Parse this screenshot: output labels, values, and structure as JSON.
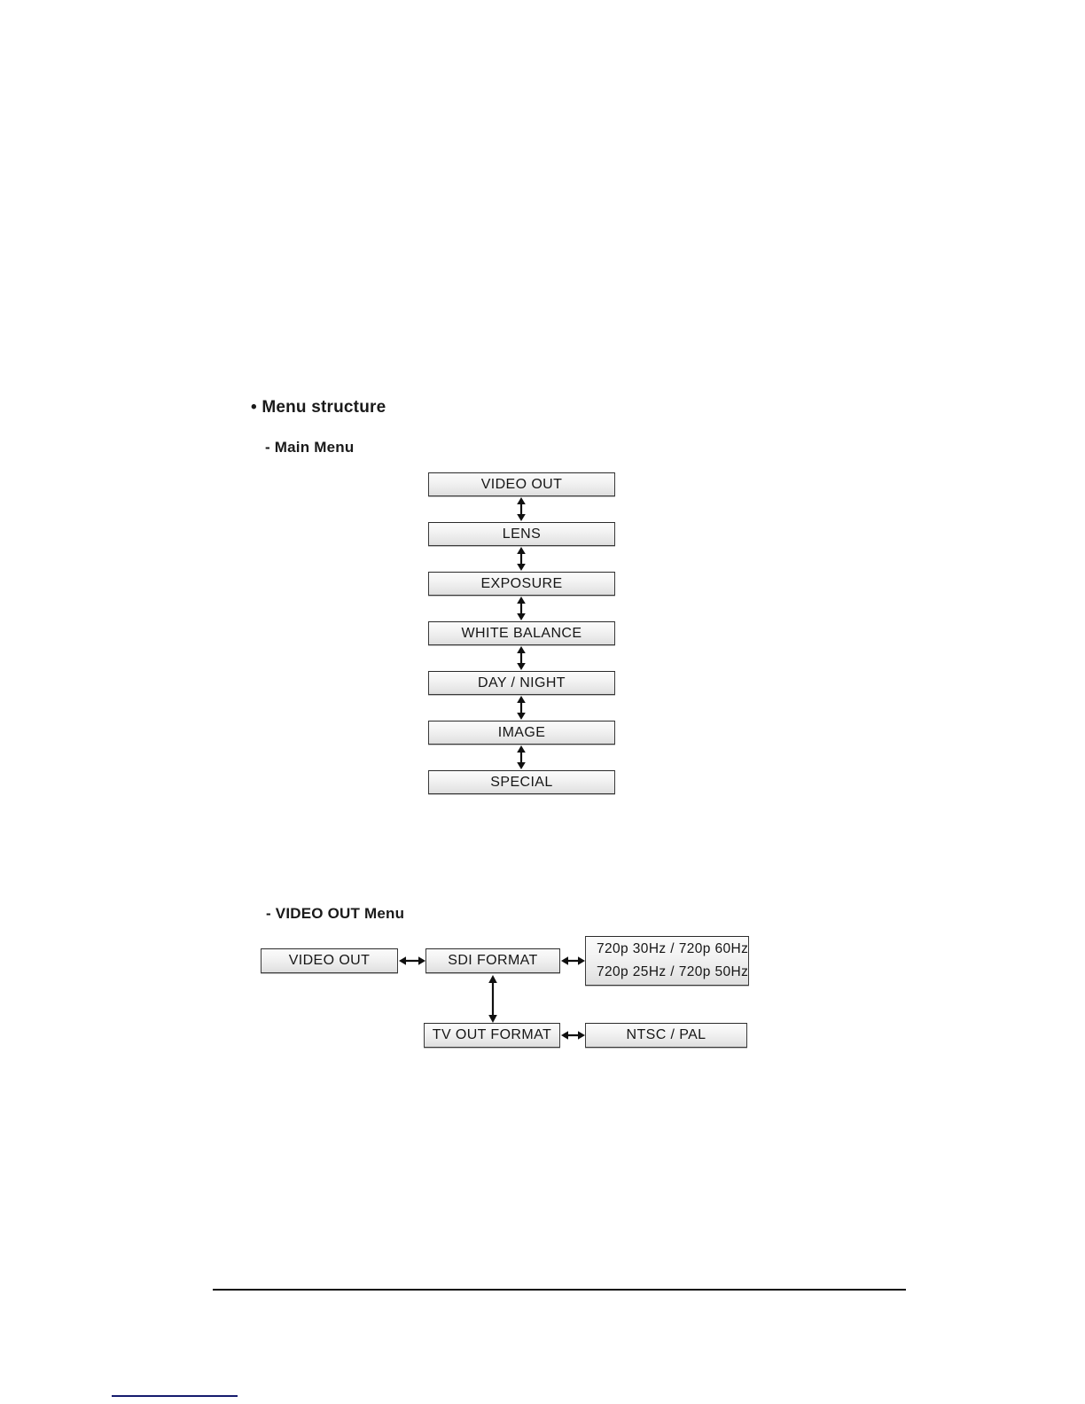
{
  "page": {
    "section_title": "• Menu structure",
    "subsections": {
      "main_menu": "- Main Menu",
      "video_out_menu": "- VIDEO OUT Menu"
    }
  },
  "main_menu": {
    "items": [
      {
        "label": "VIDEO OUT"
      },
      {
        "label": "LENS"
      },
      {
        "label": "EXPOSURE"
      },
      {
        "label": "WHITE BALANCE"
      },
      {
        "label": "DAY / NIGHT"
      },
      {
        "label": "IMAGE"
      },
      {
        "label": "SPECIAL"
      }
    ]
  },
  "video_out_menu": {
    "root": "VIDEO OUT",
    "sdi_format": {
      "label": "SDI FORMAT",
      "options": [
        "720p 30Hz / 720p 60Hz",
        "720p 25Hz / 720p 50Hz"
      ]
    },
    "tv_out_format": {
      "label": "TV OUT FORMAT",
      "options": "NTSC / PAL"
    }
  },
  "colors": {
    "box_border": "#3a3a3a",
    "box_fill_top": "#fbfbfb",
    "box_fill_bottom": "#dedede",
    "text": "#161616",
    "footer_rule": "#0d0d0d",
    "bottom_rule": "#151b6e"
  }
}
